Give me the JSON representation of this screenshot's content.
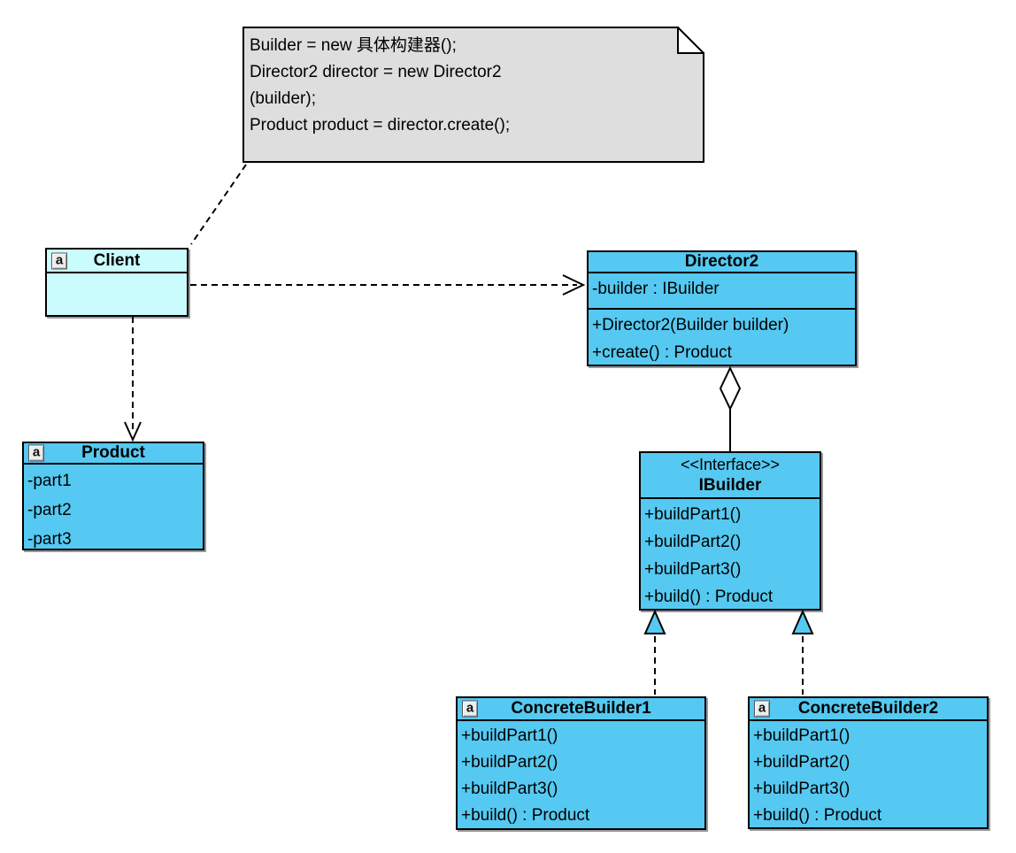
{
  "colors": {
    "class_fill": "#55C9F1",
    "client_fill": "#CAFCFE",
    "note_fill": "#DEDEDE",
    "line": "#000000"
  },
  "icon_label": "a",
  "note": {
    "lines": [
      "Builder = new 具体构建器();",
      "Director2 director = new Director2",
      "(builder);",
      "Product product = director.create();"
    ]
  },
  "classes": {
    "client": {
      "name": "Client"
    },
    "director2": {
      "name": "Director2",
      "attributes": [
        "-builder : IBuilder"
      ],
      "methods": [
        "+Director2(Builder builder)",
        "+create() : Product"
      ]
    },
    "product": {
      "name": "Product",
      "attributes": [
        "-part1",
        "-part2",
        "-part3"
      ]
    },
    "ibuilder": {
      "stereotype": "<<Interface>>",
      "name": "IBuilder",
      "methods": [
        "+buildPart1()",
        "+buildPart2()",
        "+buildPart3()",
        "+build() : Product"
      ]
    },
    "concrete_builder1": {
      "name": "ConcreteBuilder1",
      "methods": [
        "+buildPart1()",
        "+buildPart2()",
        "+buildPart3()",
        "+build() : Product"
      ]
    },
    "concrete_builder2": {
      "name": "ConcreteBuilder2",
      "methods": [
        "+buildPart1()",
        "+buildPart2()",
        "+buildPart3()",
        "+build() : Product"
      ]
    }
  },
  "relationships": [
    {
      "type": "note-anchor",
      "from": "note",
      "to": "Client"
    },
    {
      "type": "dependency",
      "from": "Client",
      "to": "Director2"
    },
    {
      "type": "dependency",
      "from": "Client",
      "to": "Product"
    },
    {
      "type": "aggregation",
      "whole": "Director2",
      "part": "IBuilder"
    },
    {
      "type": "realization",
      "from": "ConcreteBuilder1",
      "to": "IBuilder"
    },
    {
      "type": "realization",
      "from": "ConcreteBuilder2",
      "to": "IBuilder"
    }
  ]
}
